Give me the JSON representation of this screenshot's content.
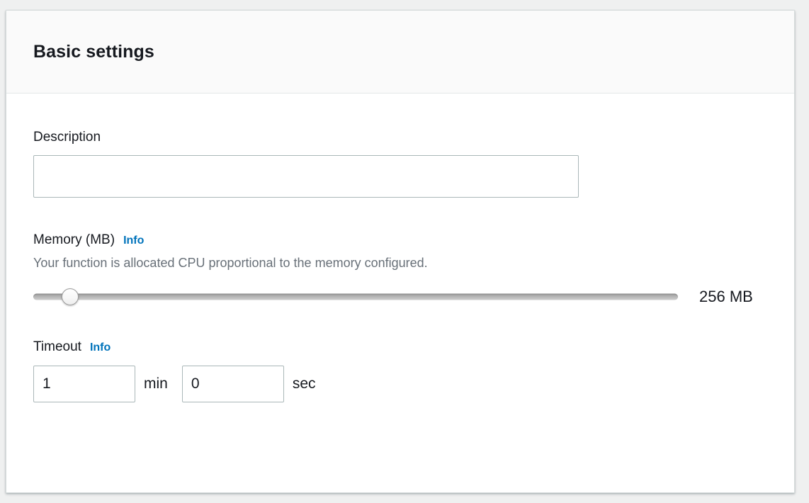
{
  "panel": {
    "title": "Basic settings"
  },
  "description_field": {
    "label": "Description",
    "value": "",
    "placeholder": ""
  },
  "memory_field": {
    "label": "Memory (MB)",
    "info_label": "Info",
    "help_text": "Your function is allocated CPU proportional to the memory configured.",
    "value_label": "256 MB",
    "slider": {
      "min": 128,
      "max": 10240,
      "value": 256,
      "thumb_percent": 5.7
    }
  },
  "timeout_field": {
    "label": "Timeout",
    "info_label": "Info",
    "minutes_value": "1",
    "minutes_unit": "min",
    "seconds_value": "0",
    "seconds_unit": "sec"
  },
  "colors": {
    "accent_link": "#0073bb",
    "text_primary": "#16191f",
    "text_secondary": "#687078",
    "input_border": "#aab7b8",
    "panel_border": "#d5dbdb",
    "header_bg": "#fafafa",
    "page_bg": "#eff0f0"
  }
}
